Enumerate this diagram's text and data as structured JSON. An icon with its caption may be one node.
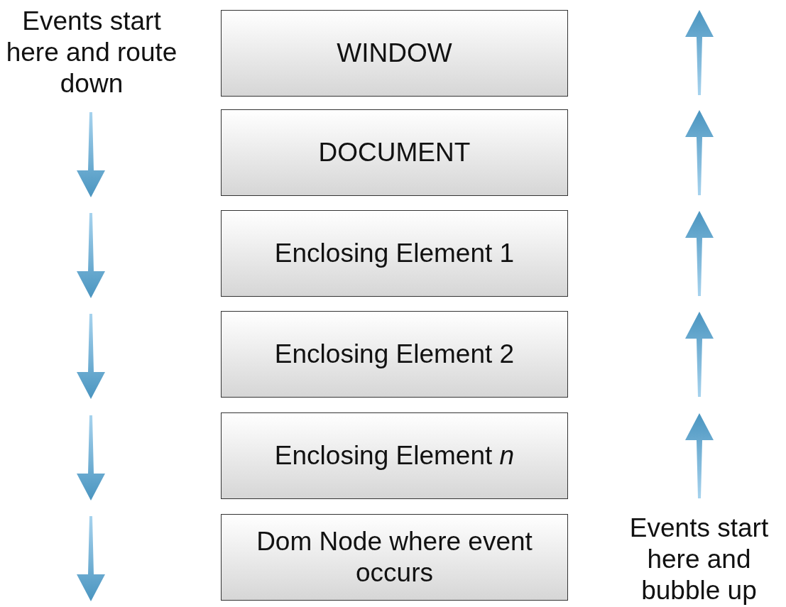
{
  "diagram": {
    "nodes": [
      {
        "text": [
          "WINDOW"
        ]
      },
      {
        "text": [
          "DOCUMENT"
        ]
      },
      {
        "text": [
          "Enclosing Element 1"
        ]
      },
      {
        "text": [
          "Enclosing Element 2"
        ]
      },
      {
        "text": [
          "Enclosing Element *n*"
        ]
      },
      {
        "text": [
          "Dom Node where event occurs"
        ]
      }
    ],
    "labels": [
      "Events start here and route down",
      "Events start here and bubble up"
    ]
  }
}
